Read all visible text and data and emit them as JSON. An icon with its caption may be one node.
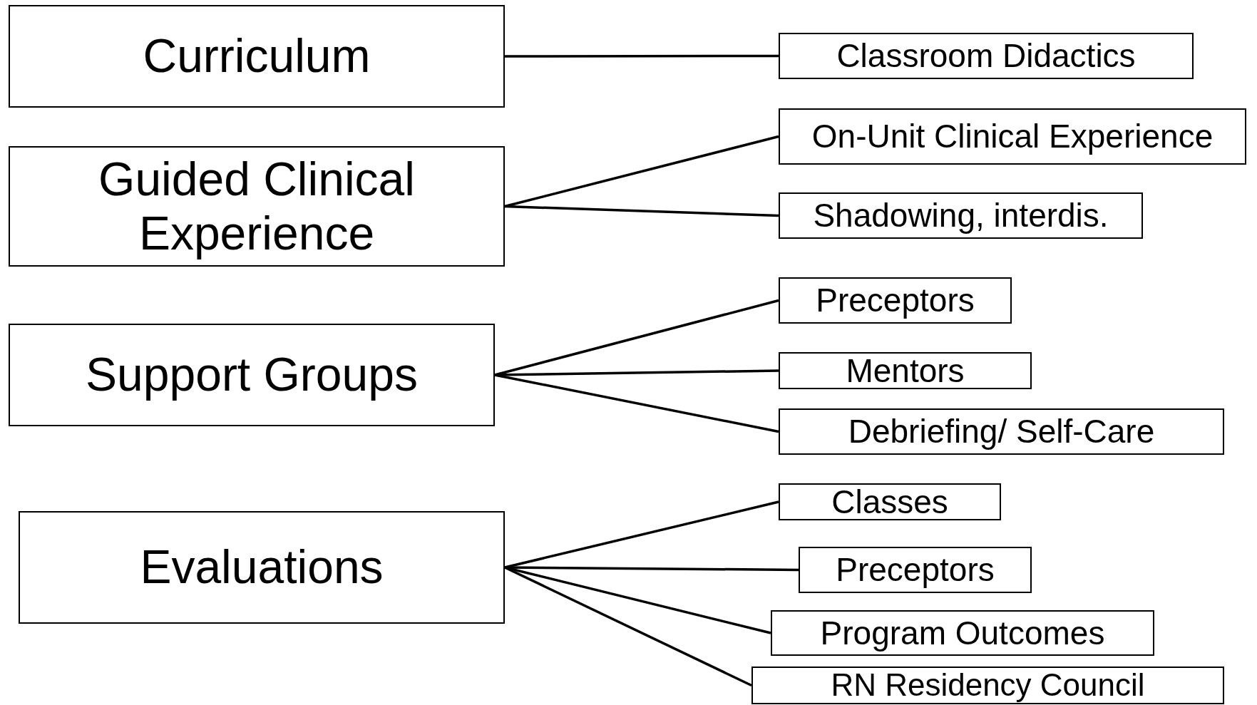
{
  "diagram": {
    "nodes": [
      {
        "text": [
          "Curriculum"
        ]
      },
      {
        "text": [
          "Classroom Didactics"
        ]
      },
      {
        "text": [
          "Guided Clinical Experience"
        ]
      },
      {
        "text": [
          "On-Unit Clinical Experience"
        ]
      },
      {
        "text": [
          "Shadowing, interdis."
        ]
      },
      {
        "text": [
          "Support Groups"
        ]
      },
      {
        "text": [
          "Preceptors"
        ]
      },
      {
        "text": [
          "Mentors"
        ]
      },
      {
        "text": [
          "Debriefing/ Self-Care"
        ]
      },
      {
        "text": [
          "Evaluations"
        ]
      },
      {
        "text": [
          "Classes"
        ]
      },
      {
        "text": [
          "Preceptors"
        ]
      },
      {
        "text": [
          "Program Outcomes"
        ]
      },
      {
        "text": [
          "RN Residency Council"
        ]
      }
    ],
    "edges": [
      {
        "from": 0,
        "to": 1,
        "arrow": "none"
      },
      {
        "from": 2,
        "to": 3,
        "arrow": "none"
      },
      {
        "from": 2,
        "to": 4,
        "arrow": "none"
      },
      {
        "from": 5,
        "to": 6,
        "arrow": "none"
      },
      {
        "from": 5,
        "to": 7,
        "arrow": "none"
      },
      {
        "from": 5,
        "to": 8,
        "arrow": "none"
      },
      {
        "from": 9,
        "to": 10,
        "arrow": "none"
      },
      {
        "from": 9,
        "to": 11,
        "arrow": "none"
      },
      {
        "from": 9,
        "to": 12,
        "arrow": "none"
      },
      {
        "from": 9,
        "to": 13,
        "arrow": "none"
      }
    ]
  }
}
